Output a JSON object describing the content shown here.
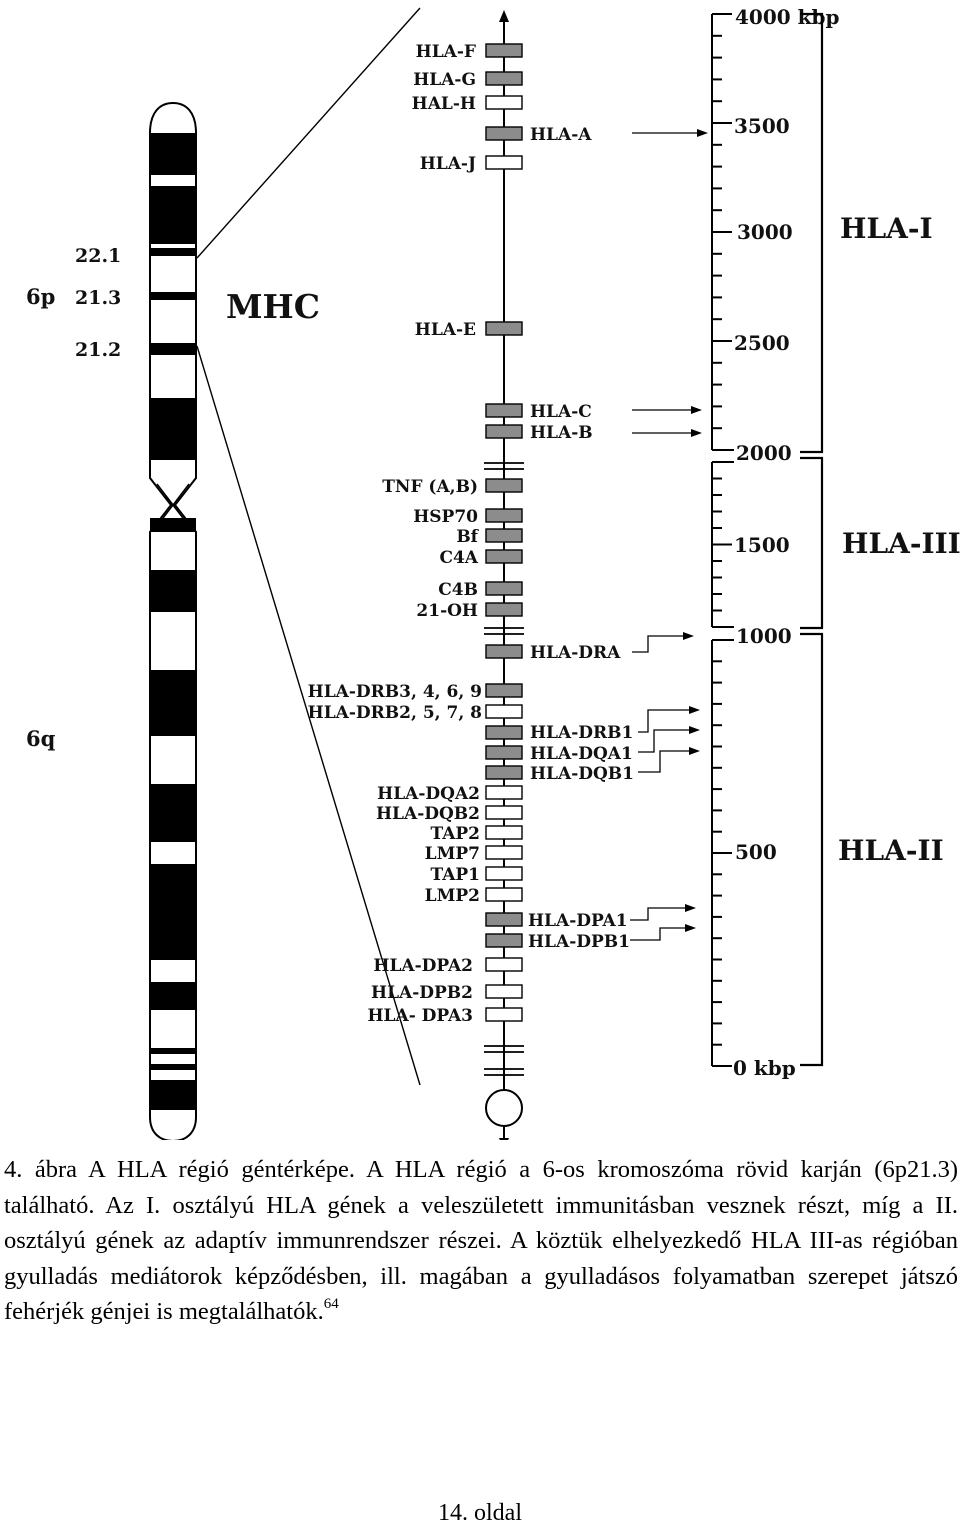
{
  "figure": {
    "chromosome": {
      "arm_p": "6p",
      "arm_q": "6q",
      "bands": [
        "22.1",
        "21.3",
        "21.2"
      ]
    },
    "mhc_label": "MHC",
    "genes_left": [
      {
        "name": "HLA-F",
        "filled": true
      },
      {
        "name": "HLA-G",
        "filled": true
      },
      {
        "name": "HAL-H",
        "filled": false
      },
      {
        "name": "HLA-J",
        "filled": false
      },
      {
        "name": "HLA-E",
        "filled": true
      },
      {
        "name": "TNF (A,B)",
        "filled": true
      },
      {
        "name": "HSP70",
        "filled": true
      },
      {
        "name": "Bf",
        "filled": true
      },
      {
        "name": "C4A",
        "filled": true
      },
      {
        "name": "C4B",
        "filled": true
      },
      {
        "name": "21-OH",
        "filled": true
      },
      {
        "name": "HLA-DRB3, 4, 6, 9",
        "filled": true
      },
      {
        "name": "HLA-DRB2, 5, 7, 8",
        "filled": false
      },
      {
        "name": "HLA-DQA2",
        "filled": false
      },
      {
        "name": "HLA-DQB2",
        "filled": false
      },
      {
        "name": "TAP2",
        "filled": false
      },
      {
        "name": "LMP7",
        "filled": false
      },
      {
        "name": "TAP1",
        "filled": false
      },
      {
        "name": "LMP2",
        "filled": false
      },
      {
        "name": "HLA-DPA2",
        "filled": false
      },
      {
        "name": "HLA-DPB2",
        "filled": false
      },
      {
        "name": "HLA- DPA3",
        "filled": false
      }
    ],
    "genes_right": [
      {
        "name": "HLA-A",
        "filled": true
      },
      {
        "name": "HLA-C",
        "filled": true
      },
      {
        "name": "HLA-B",
        "filled": true
      },
      {
        "name": "HLA-DRA",
        "filled": true
      },
      {
        "name": "HLA-DRB1",
        "filled": true
      },
      {
        "name": "HLA-DQA1",
        "filled": true
      },
      {
        "name": "HLA-DQB1",
        "filled": true
      },
      {
        "name": "HLA-DPA1",
        "filled": true
      },
      {
        "name": "HLA-DPB1",
        "filled": true
      }
    ],
    "scale": {
      "unit": "kbp",
      "labels": [
        "4000",
        "3500",
        "3000",
        "2500",
        "2000",
        "1500",
        "1000",
        "500",
        "0"
      ],
      "top_label": "4000 kbp",
      "bottom_label": "0 kbp"
    },
    "classes": [
      "HLA-I",
      "HLA-III",
      "HLA-II"
    ]
  },
  "caption": {
    "text": "4. ábra A HLA régió géntérképe. A HLA régió a 6-os kromoszóma rövid karján (6p21.3) található. Az I. osztályú HLA gének a veleszületett immunitásban vesznek részt, míg a II. osztályú gének az adaptív immunrendszer részei. A köztük elhelyezkedő HLA III-as régióban gyulladás mediátorok képződésben, ill. magában a gyulladásos folyamatban szerepet játszó fehérjék génjei is megtalálhatók.",
    "reference": "64"
  },
  "page_number": "14. oldal"
}
